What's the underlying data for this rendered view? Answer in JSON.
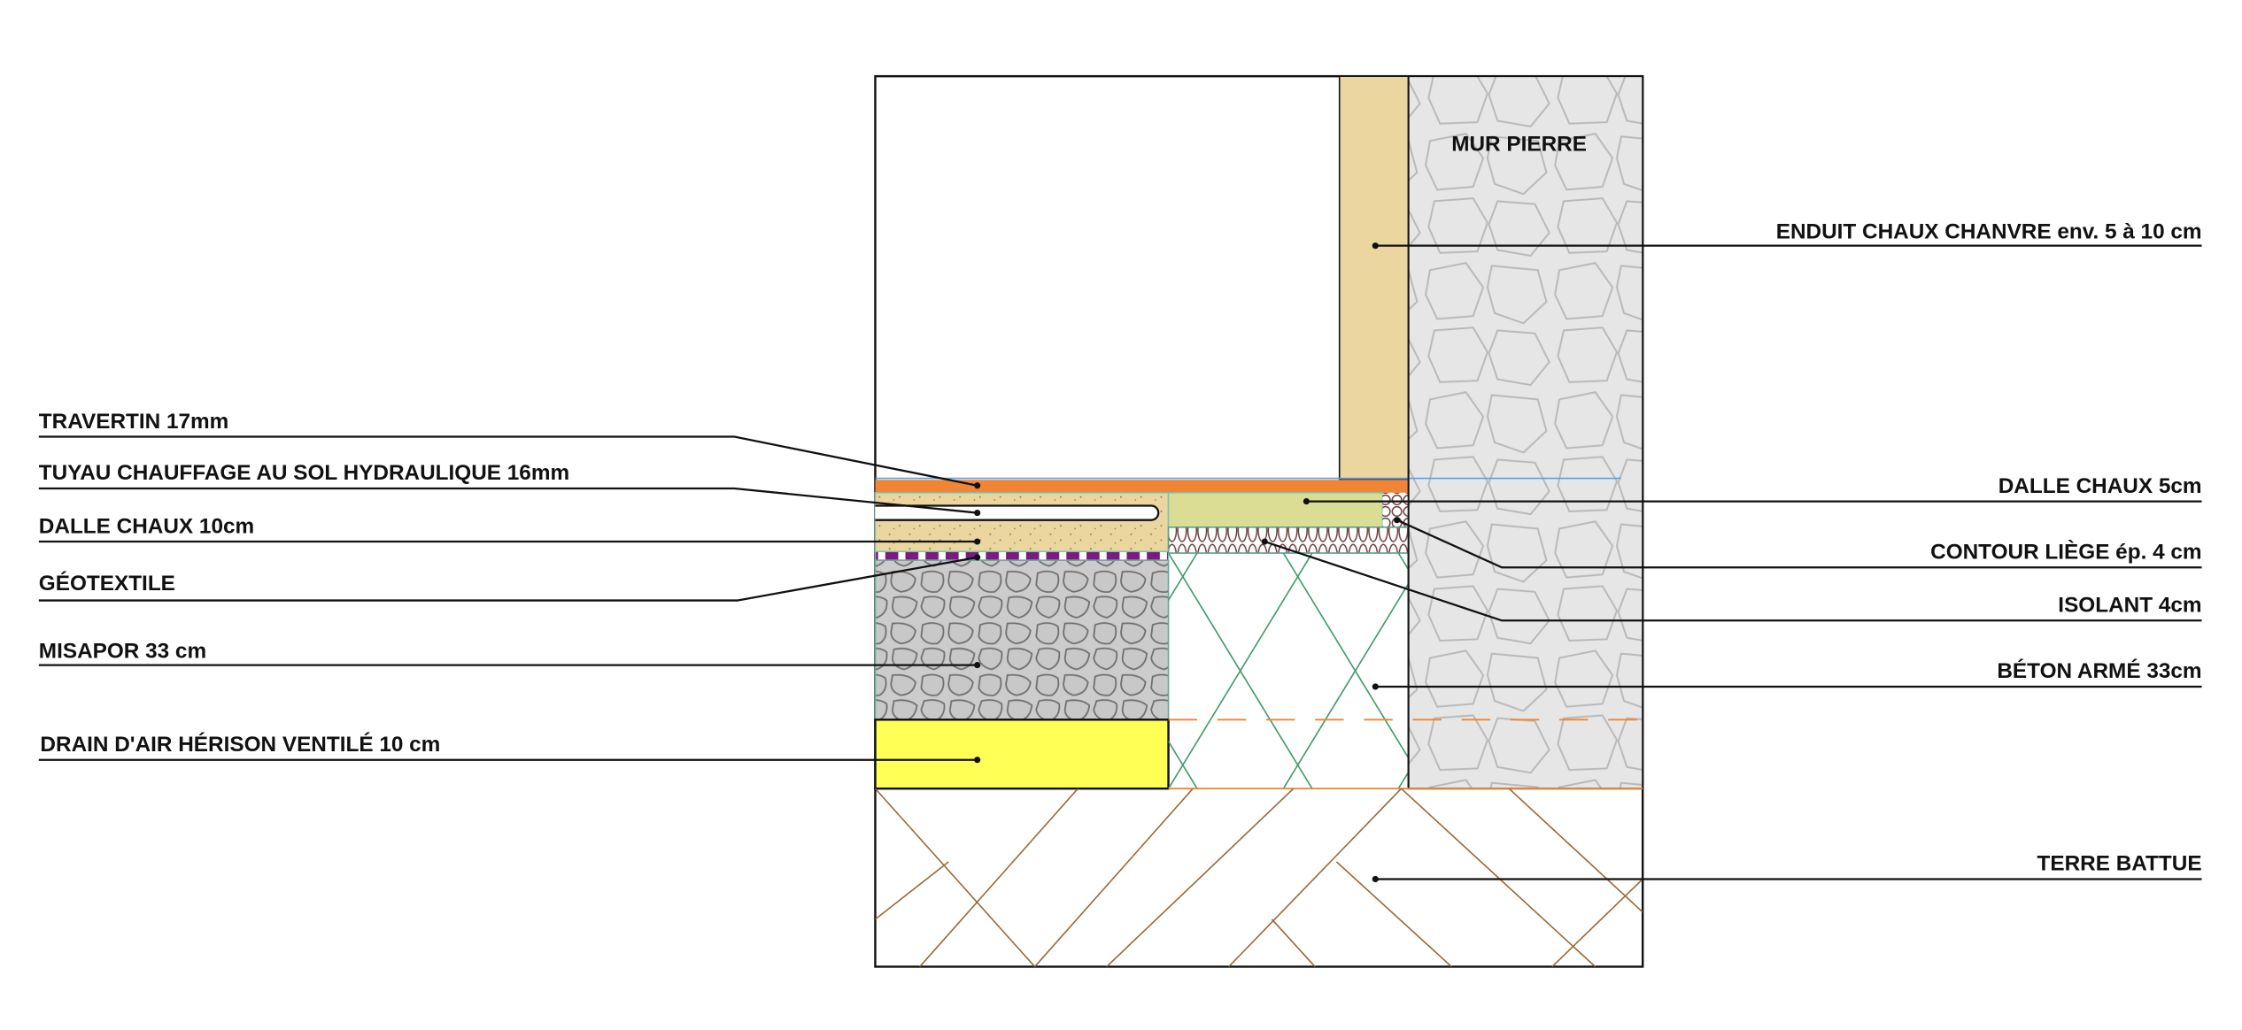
{
  "labels_left": {
    "travertin": "TRAVERTIN 17mm",
    "tuyau": "TUYAU CHAUFFAGE AU SOL HYDRAULIQUE 16mm",
    "dalle10": "DALLE CHAUX 10cm",
    "geotextile": "GÉOTEXTILE",
    "misapor": "MISAPOR 33 cm",
    "drain": "DRAIN D'AIR HÉRISON VENTILÉ  10 cm"
  },
  "labels_right": {
    "mur": "MUR PIERRE",
    "enduit": "ENDUIT CHAUX CHANVRE env. 5 à 10 cm",
    "dalle5": "DALLE CHAUX 5cm",
    "contour": "CONTOUR LIÈGE ép. 4 cm",
    "isolant": "ISOLANT 4cm",
    "beton": "BÉTON ARMÉ 33cm",
    "terre": "TERRE BATTUE"
  },
  "colors": {
    "travertin": "#ef8535",
    "dalle10": "#ecd69f",
    "dalle5": "#dcdd95",
    "enduit": "#ebd6a0",
    "stone_wall": "#e6e6e6",
    "misapor": "#cccccc",
    "drain": "#ffff55",
    "geotextile": "#7b1a82",
    "beton_hatch": "#3f9a6a",
    "terre_hatch": "#9a6a38"
  }
}
